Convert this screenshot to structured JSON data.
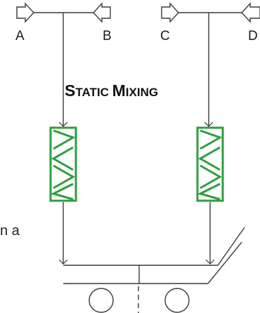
{
  "diagram": {
    "inlets": [
      {
        "id": "A",
        "label": "A"
      },
      {
        "id": "B",
        "label": "B"
      },
      {
        "id": "C",
        "label": "C"
      },
      {
        "id": "D",
        "label": "D"
      }
    ],
    "title": {
      "word1_initial": "S",
      "word1_rest": "TATIC",
      "word2_initial": "M",
      "word2_rest": "IXING"
    },
    "side_text": "n a",
    "colors": {
      "mixer": "#2e9e3e",
      "line": "#3a3a3a",
      "text": "#111111"
    }
  }
}
